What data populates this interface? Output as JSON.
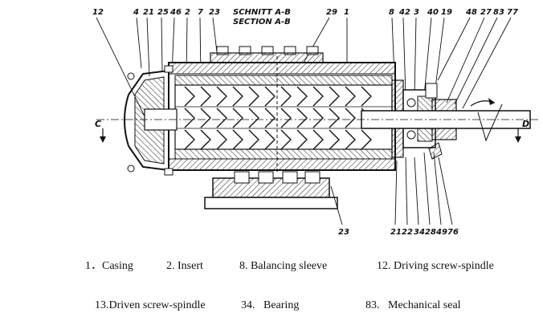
{
  "section_title": [
    "SCHNITT A-B",
    "SECTION A-B"
  ],
  "axis_marks": {
    "left": "C",
    "right": "D"
  },
  "callouts_top": [
    "12",
    "4",
    "21",
    "25",
    "46",
    "2",
    "7",
    "23",
    "29",
    "1",
    "8",
    "42",
    "3",
    "40",
    "19",
    "48",
    "27",
    "83",
    "77"
  ],
  "callouts_bottom": [
    "23",
    "21",
    "22",
    "34",
    "28",
    "49",
    "76"
  ],
  "legend": {
    "row1": [
      "1．Casing",
      "2. Insert",
      "8. Balancing sleeve",
      "12. Driving screw-spindle"
    ],
    "row2": [
      "13.Driven screw-spindle",
      "34.   Bearing",
      "83.   Mechanical seal"
    ]
  }
}
